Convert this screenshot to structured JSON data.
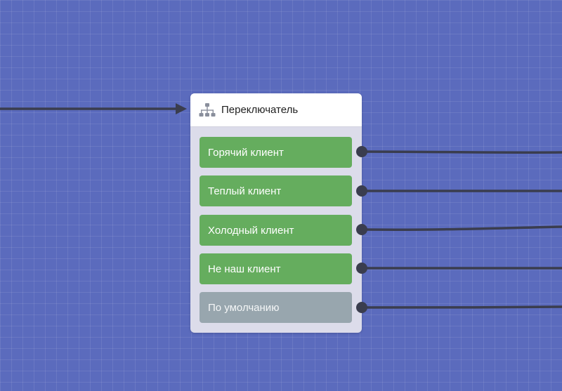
{
  "node": {
    "title": "Переключатель",
    "icon": "sitemap-icon",
    "branches": [
      {
        "label": "Горячий клиент",
        "color": "#65ad5e"
      },
      {
        "label": "Теплый клиент",
        "color": "#65ad5e"
      },
      {
        "label": "Холодный клиент",
        "color": "#65ad5e"
      },
      {
        "label": "Не наш клиент",
        "color": "#65ad5e"
      },
      {
        "label": "По умолчанию",
        "color": "#98a6ae"
      }
    ]
  },
  "colors": {
    "canvas_background": "#5b6bbd",
    "connector": "#3a3d4e",
    "node_body": "#dcdcea"
  }
}
